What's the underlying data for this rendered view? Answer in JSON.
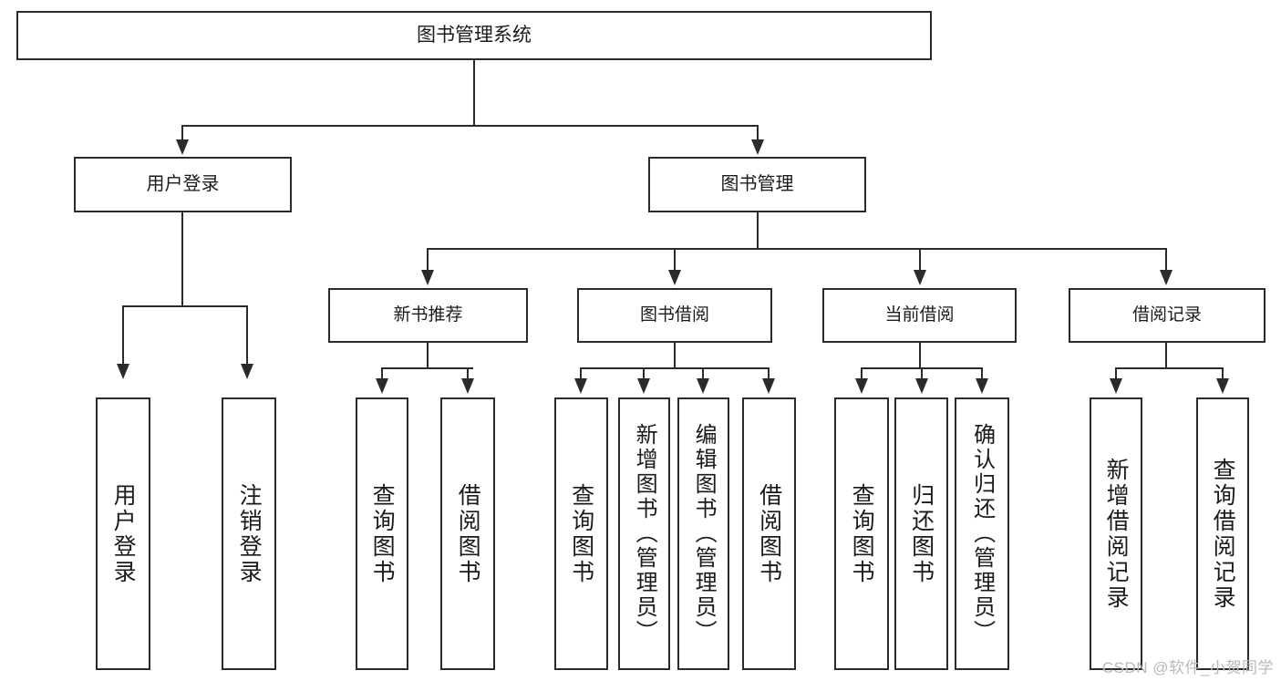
{
  "diagram": {
    "type": "tree",
    "title": "图书管理系统",
    "root": {
      "label": "图书管理系统"
    },
    "level2": [
      {
        "label": "用户登录"
      },
      {
        "label": "图书管理"
      }
    ],
    "level3": [
      {
        "label": "新书推荐"
      },
      {
        "label": "图书借阅"
      },
      {
        "label": "当前借阅"
      },
      {
        "label": "借阅记录"
      }
    ],
    "leaves": [
      {
        "label": "用户登录"
      },
      {
        "label": "注销登录"
      },
      {
        "label": "查询图书"
      },
      {
        "label": "借阅图书"
      },
      {
        "label": "查询图书"
      },
      {
        "label": "新增图书（管理员）"
      },
      {
        "label": "编辑图书（管理员）"
      },
      {
        "label": "借阅图书"
      },
      {
        "label": "查询图书"
      },
      {
        "label": "归还图书"
      },
      {
        "label": "确认归还（管理员）"
      },
      {
        "label": "新增借阅记录"
      },
      {
        "label": "查询借阅记录"
      }
    ]
  },
  "watermark": {
    "text": "CSDN @软件_小贺同学"
  },
  "colors": {
    "stroke": "#2b2b2b",
    "background": "#ffffff",
    "text": "#1a1a1a",
    "watermark": "#b9b9b9"
  }
}
